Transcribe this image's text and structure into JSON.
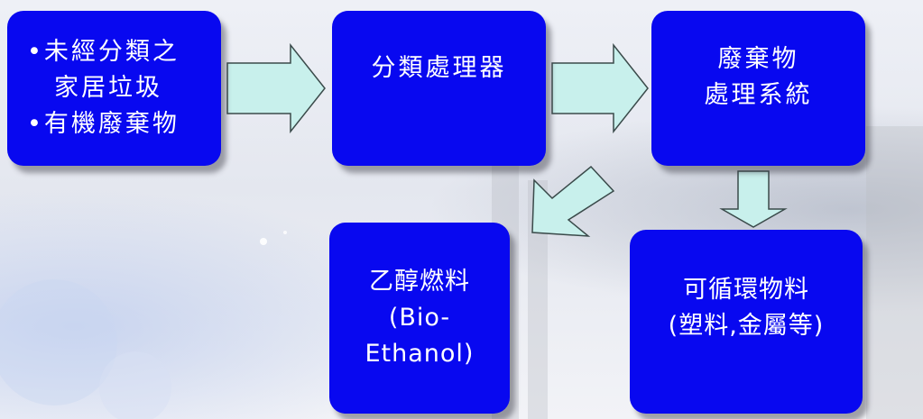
{
  "diagram": {
    "nodes": [
      {
        "id": "unsorted-waste",
        "lines": [
          "•未經分類之",
          "家居垃圾",
          "•有機廢棄物"
        ]
      },
      {
        "id": "sorting-processor",
        "lines": [
          "分類處理器"
        ]
      },
      {
        "id": "waste-treatment-system",
        "lines": [
          "廢棄物",
          "處理系統"
        ]
      },
      {
        "id": "ethanol-fuel",
        "lines": [
          "乙醇燃料",
          "(Bio-",
          "Ethanol)"
        ]
      },
      {
        "id": "recyclable-materials",
        "lines": [
          "可循環物料",
          "(塑料,金屬等)"
        ]
      }
    ],
    "edges": [
      {
        "from": "unsorted-waste",
        "to": "sorting-processor"
      },
      {
        "from": "sorting-processor",
        "to": "waste-treatment-system"
      },
      {
        "from": "waste-treatment-system",
        "to": "ethanol-fuel"
      },
      {
        "from": "waste-treatment-system",
        "to": "recyclable-materials"
      }
    ]
  },
  "colors": {
    "node_fill": "#0808f0",
    "node_text": "#ffffff",
    "arrow_fill": "#c8f0ec",
    "arrow_stroke": "#3a4a4a"
  }
}
